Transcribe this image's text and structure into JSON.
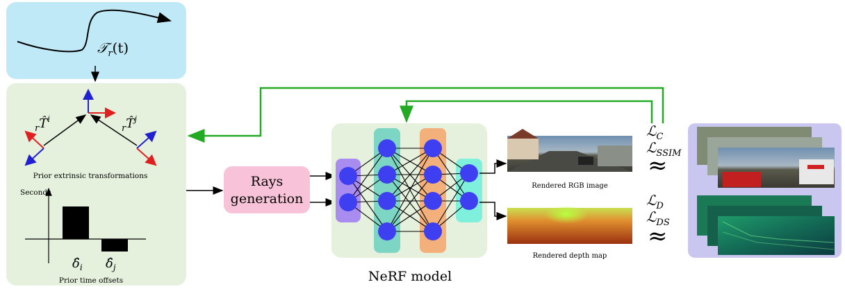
{
  "trajectory": {
    "label": "𝒯",
    "sub": "r",
    "arg": "(t)"
  },
  "extrinsics": {
    "left_label_pre": "r",
    "left_label": "T̂",
    "left_sup": "i",
    "right_label_pre": "r",
    "right_label": "T̂",
    "right_sup": "j",
    "caption": "Prior extrinsic transformations"
  },
  "time_offsets": {
    "axis_label": "Seconds",
    "bar_i_label": "δ̂",
    "bar_i_sub": "i",
    "bar_j_label": "δ̂",
    "bar_j_sub": "j",
    "caption": "Prior time offsets"
  },
  "rays": {
    "line1": "Rays",
    "line2": "generation"
  },
  "nerf": {
    "caption": "NeRF model"
  },
  "outputs": {
    "rgb_caption": "Rendered RGB image",
    "depth_caption": "Rendered depth map"
  },
  "losses": {
    "top": [
      {
        "main": "ℒ",
        "sub": "C"
      },
      {
        "main": "ℒ",
        "sub": "SSIM"
      }
    ],
    "bottom": [
      {
        "main": "ℒ",
        "sub": "D"
      },
      {
        "main": "ℒ",
        "sub": "DS"
      }
    ],
    "approx": "≈"
  },
  "colors": {
    "trajectory_bg": "#bfe9f7",
    "panel_bg": "#e6f1dd",
    "rays_bg": "#f8c3d8",
    "ground_truth_bg": "#c9c6f0",
    "feedback_arrow": "#22aa22",
    "neuron": "#3d3ff0",
    "layer_in": "#a88cf0",
    "layer_h1": "#7dd6c4",
    "layer_h2": "#f4b07a",
    "layer_out": "#7ff0dc"
  }
}
